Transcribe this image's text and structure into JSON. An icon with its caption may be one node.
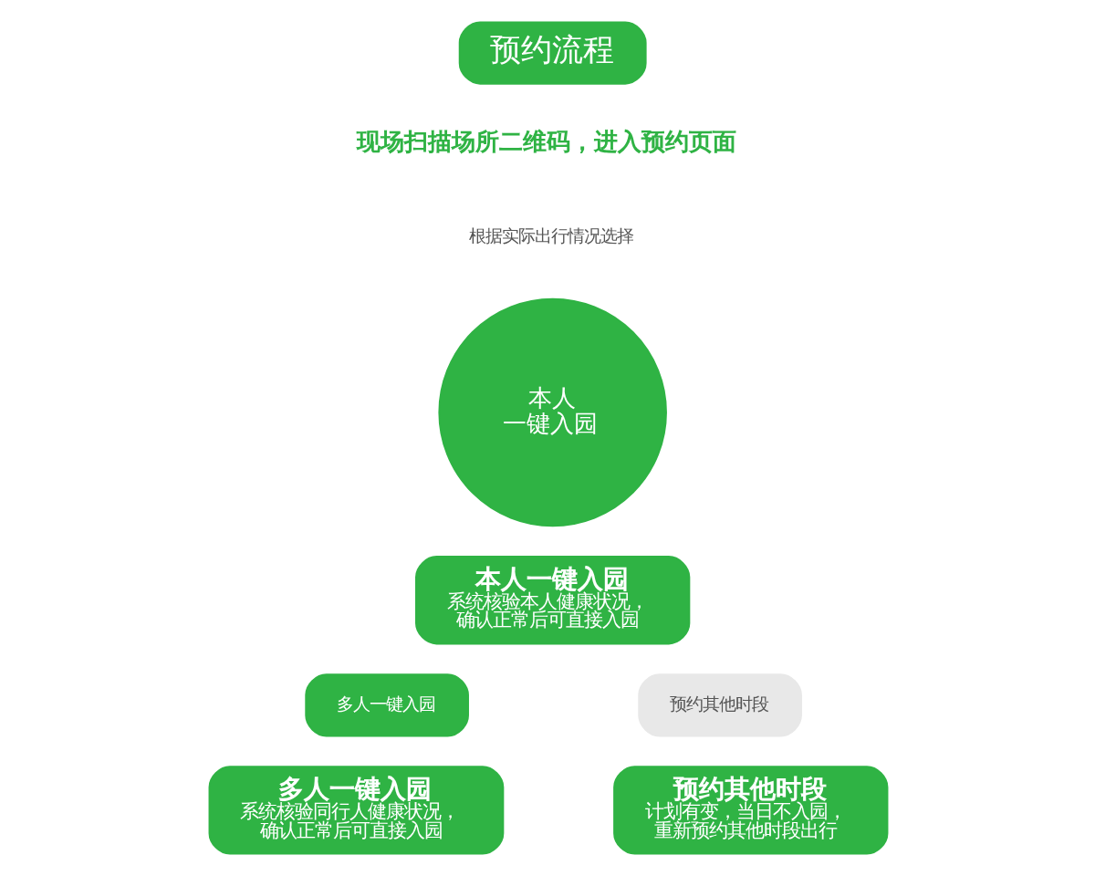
{
  "diagram": {
    "nodes": [
      {
        "text": [
          "预约流程"
        ]
      },
      {
        "text": [
          "本人",
          "一键入园"
        ]
      },
      {
        "text": [
          "本人一键入园",
          "系统核验本人健康状况，确认正常后可直接入园"
        ]
      },
      {
        "text": [
          "多人一键入园"
        ]
      },
      {
        "text": [
          "预约其他时段"
        ]
      },
      {
        "text": [
          "多人一键入园",
          "系统核验同行人健康状况，确认正常后可直接入园"
        ]
      },
      {
        "text": [
          "预约其他时段",
          "计划有变，当日不入园，重新预约其他时段出行"
        ]
      }
    ],
    "edges": [],
    "labels": [
      "现场扫描场所二维码，进入预约页面",
      "根据实际出行情况选择"
    ]
  }
}
